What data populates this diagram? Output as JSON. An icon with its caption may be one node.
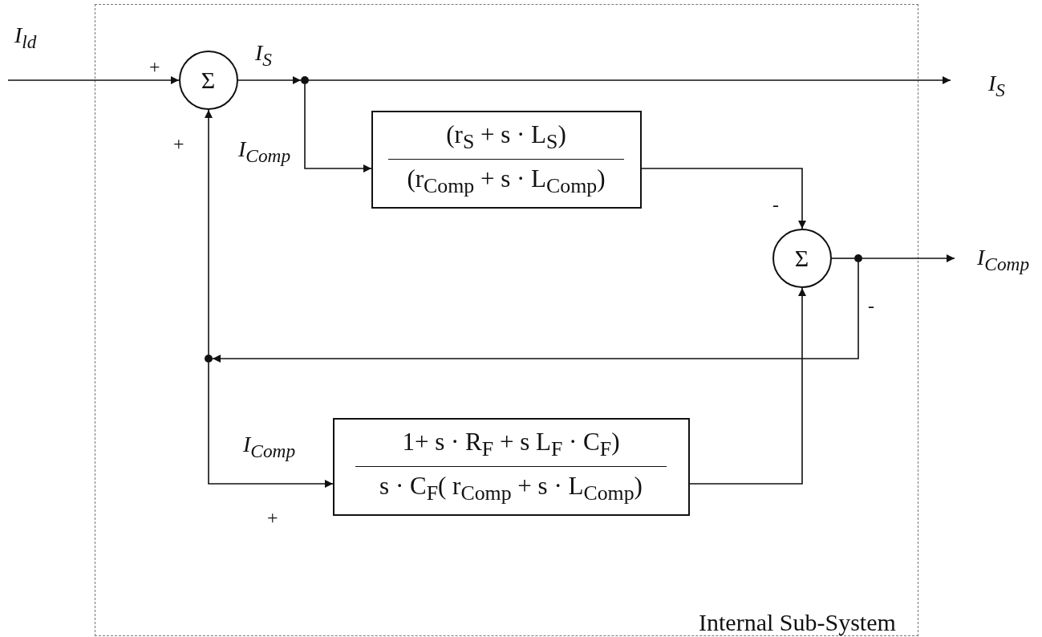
{
  "diagram": {
    "nodes": [
      {
        "text": [
          "Internal Sub-System"
        ]
      },
      {
        "text": [
          "Σ"
        ],
        "in": 0
      },
      {
        "text": [],
        "shape": "circle",
        "in": 0
      },
      {
        "text": [
          "(r$_{S}$ + s · L$_{S}$)",
          "(r$_{Comp}$ + s · L$_{Comp}$)"
        ],
        "in": 0
      },
      {
        "text": [
          "Σ"
        ],
        "in": 0
      },
      {
        "text": [],
        "shape": "circle",
        "in": 0
      },
      {
        "text": [],
        "shape": "circle",
        "in": 0
      },
      {
        "text": [
          "1+ s · R$_{F}$ + s L$_{F}$ · C$_{F}$)",
          "s · C$_{F}$( r$_{Comp}$ + s · L$_{Comp}$)"
        ],
        "in": 0
      }
    ],
    "edges": [
      {
        "from": null,
        "to": 1,
        "arrow": "to",
        "label": "I$_{ld}$"
      },
      {
        "from": 1,
        "to": 2,
        "arrow": "to",
        "label": "I$_{S}$"
      },
      {
        "from": 2,
        "to": null,
        "arrow": "to",
        "label": "I$_{S}$"
      },
      {
        "from": 2,
        "to": 3,
        "arrow": "to"
      },
      {
        "from": 3,
        "to": 4,
        "arrow": "to"
      },
      {
        "from": 4,
        "to": 5,
        "arrow": "none"
      },
      {
        "from": 5,
        "to": null,
        "arrow": "to",
        "label": "I$_{Comp}$"
      },
      {
        "from": 5,
        "to": 6,
        "arrow": "to"
      },
      {
        "from": 6,
        "to": 1,
        "arrow": "to",
        "label": "I$_{Comp}$"
      },
      {
        "from": 6,
        "to": 7,
        "arrow": "to",
        "label": "I$_{Comp}$"
      },
      {
        "from": 7,
        "to": 4,
        "arrow": "to"
      }
    ],
    "labels": [
      "+",
      "+",
      "-",
      "-",
      "+"
    ]
  }
}
